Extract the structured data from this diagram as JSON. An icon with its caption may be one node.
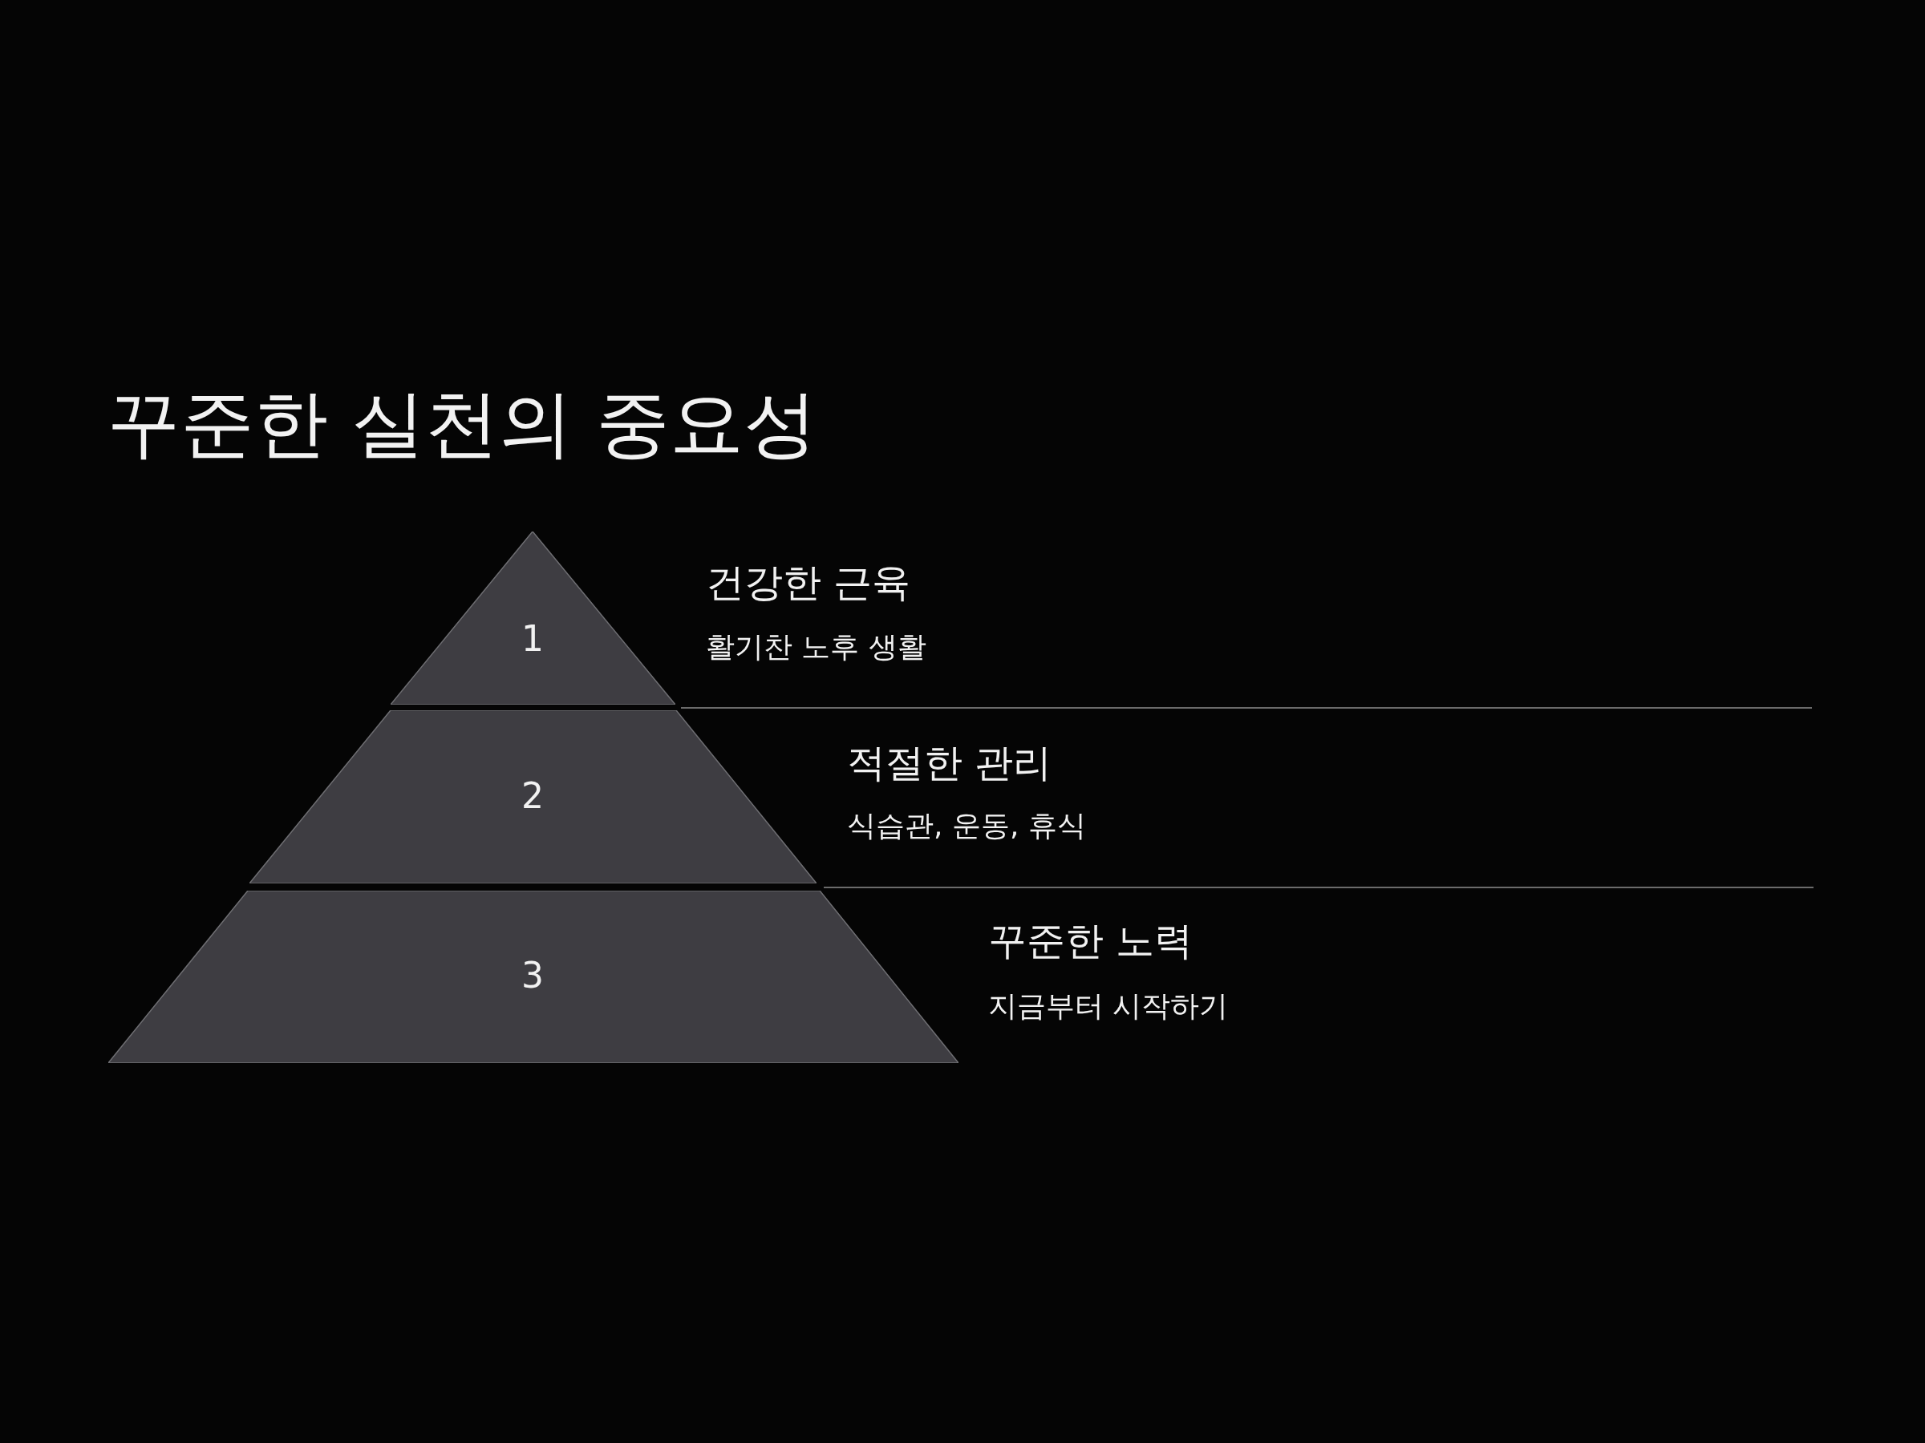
{
  "diagram": {
    "title": "꾸준한 실천의 중요성",
    "nodes": [
      {
        "text": [
          "1"
        ],
        "beside": [
          "건강한 근육",
          "활기찬 노후 생활"
        ]
      },
      {
        "text": [
          "2"
        ],
        "beside": [
          "적절한 관리",
          "식습관, 운동, 휴식"
        ]
      },
      {
        "text": [
          "3"
        ],
        "beside": [
          "꾸준한 노력",
          "지금부터 시작하기"
        ]
      }
    ],
    "edges": []
  }
}
